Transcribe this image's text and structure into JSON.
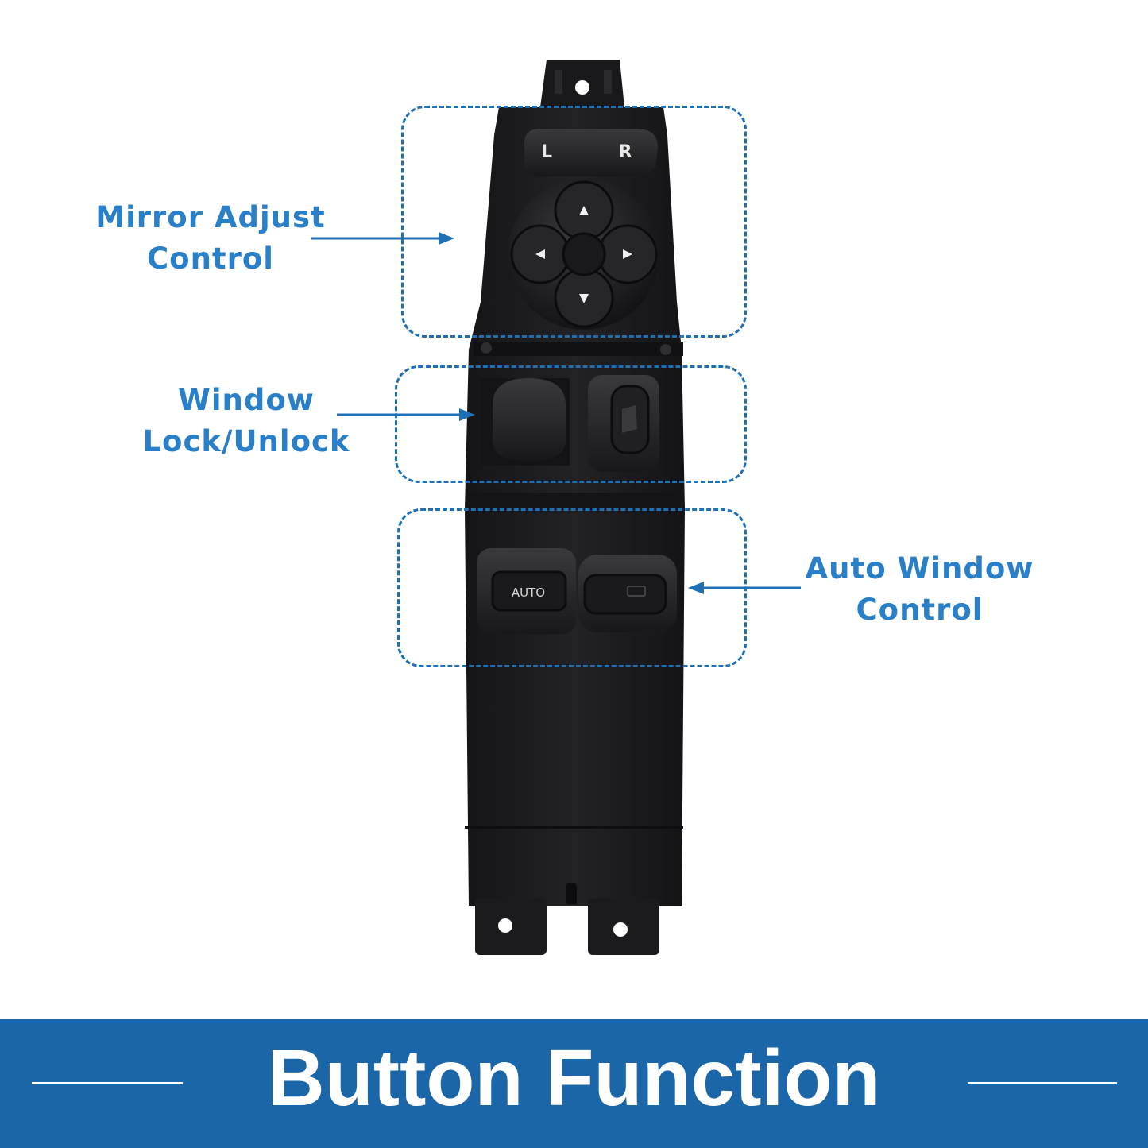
{
  "callouts": {
    "mirror": {
      "line1": "Mirror Adjust",
      "line2": "Control"
    },
    "lock": {
      "line1": "Window",
      "line2": "Lock/Unlock"
    },
    "auto": {
      "line1": "Auto Window",
      "line2": "Control"
    }
  },
  "switch_labels": {
    "left": "L",
    "right": "R",
    "auto": "AUTO"
  },
  "banner": {
    "title": "Button Function"
  },
  "colors": {
    "accent": "#2a7fc9",
    "banner": "#1a66a8",
    "body": "#1c1c1e"
  }
}
